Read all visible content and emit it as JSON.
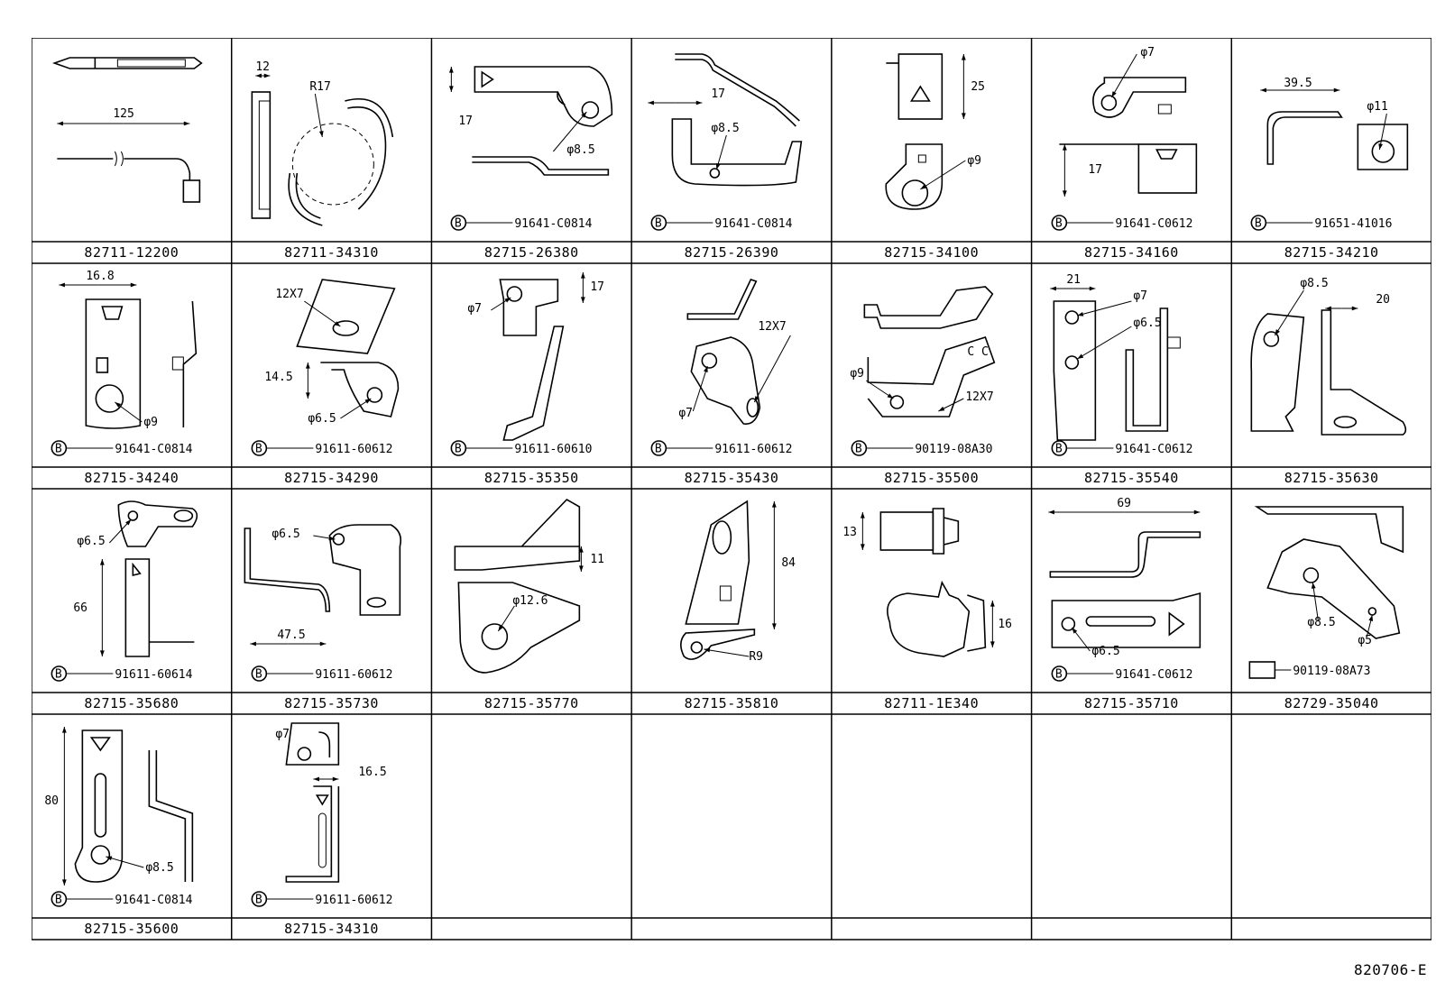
{
  "diagram": {
    "reference_code": "820706-E",
    "parts": [
      {
        "part_number": "82711-12200",
        "dims": [
          "125"
        ],
        "bolt": ""
      },
      {
        "part_number": "82711-34310",
        "dims": [
          "12",
          "R17"
        ],
        "bolt": ""
      },
      {
        "part_number": "82715-26380",
        "dims": [
          "17",
          "φ8.5"
        ],
        "bolt": "91641-C0814"
      },
      {
        "part_number": "82715-26390",
        "dims": [
          "17",
          "φ8.5"
        ],
        "bolt": "91641-C0814"
      },
      {
        "part_number": "82715-34100",
        "dims": [
          "25",
          "φ9"
        ],
        "bolt": ""
      },
      {
        "part_number": "82715-34160",
        "dims": [
          "φ7",
          "17"
        ],
        "bolt": "91641-C0612"
      },
      {
        "part_number": "82715-34210",
        "dims": [
          "39.5",
          "φ11"
        ],
        "bolt": "91651-41016"
      },
      {
        "part_number": "82715-34240",
        "dims": [
          "16.8",
          "φ9"
        ],
        "bolt": "91641-C0814"
      },
      {
        "part_number": "82715-34290",
        "dims": [
          "12X7",
          "14.5",
          "φ6.5"
        ],
        "bolt": "91611-60612"
      },
      {
        "part_number": "82715-35350",
        "dims": [
          "φ7",
          "17"
        ],
        "bolt": "91611-60610"
      },
      {
        "part_number": "82715-35430",
        "dims": [
          "12X7",
          "φ7"
        ],
        "bolt": "91611-60612"
      },
      {
        "part_number": "82715-35500",
        "dims": [
          "φ9",
          "12X7"
        ],
        "bolt": "90119-08A30"
      },
      {
        "part_number": "82715-35540",
        "dims": [
          "21",
          "φ7",
          "φ6.5"
        ],
        "bolt": "91641-C0612"
      },
      {
        "part_number": "82715-35630",
        "dims": [
          "φ8.5",
          "20"
        ],
        "bolt": ""
      },
      {
        "part_number": "82715-35680",
        "dims": [
          "φ6.5",
          "66"
        ],
        "bolt": "91611-60614"
      },
      {
        "part_number": "82715-35730",
        "dims": [
          "φ6.5",
          "47.5"
        ],
        "bolt": "91611-60612"
      },
      {
        "part_number": "82715-35770",
        "dims": [
          "11",
          "φ12.6"
        ],
        "bolt": ""
      },
      {
        "part_number": "82715-35810",
        "dims": [
          "84",
          "R9"
        ],
        "bolt": ""
      },
      {
        "part_number": "82711-1E340",
        "dims": [
          "13",
          "16"
        ],
        "bolt": ""
      },
      {
        "part_number": "82715-35710",
        "dims": [
          "69",
          "φ6.5"
        ],
        "bolt": "91641-C0612"
      },
      {
        "part_number": "82729-35040",
        "dims": [
          "φ8.5",
          "φ5"
        ],
        "bolt": "90119-08A73"
      },
      {
        "part_number": "82715-35600",
        "dims": [
          "80",
          "φ8.5"
        ],
        "bolt": "91641-C0814"
      },
      {
        "part_number": "82715-34310",
        "dims": [
          "φ7",
          "16.5"
        ],
        "bolt": "91611-60612"
      }
    ]
  }
}
